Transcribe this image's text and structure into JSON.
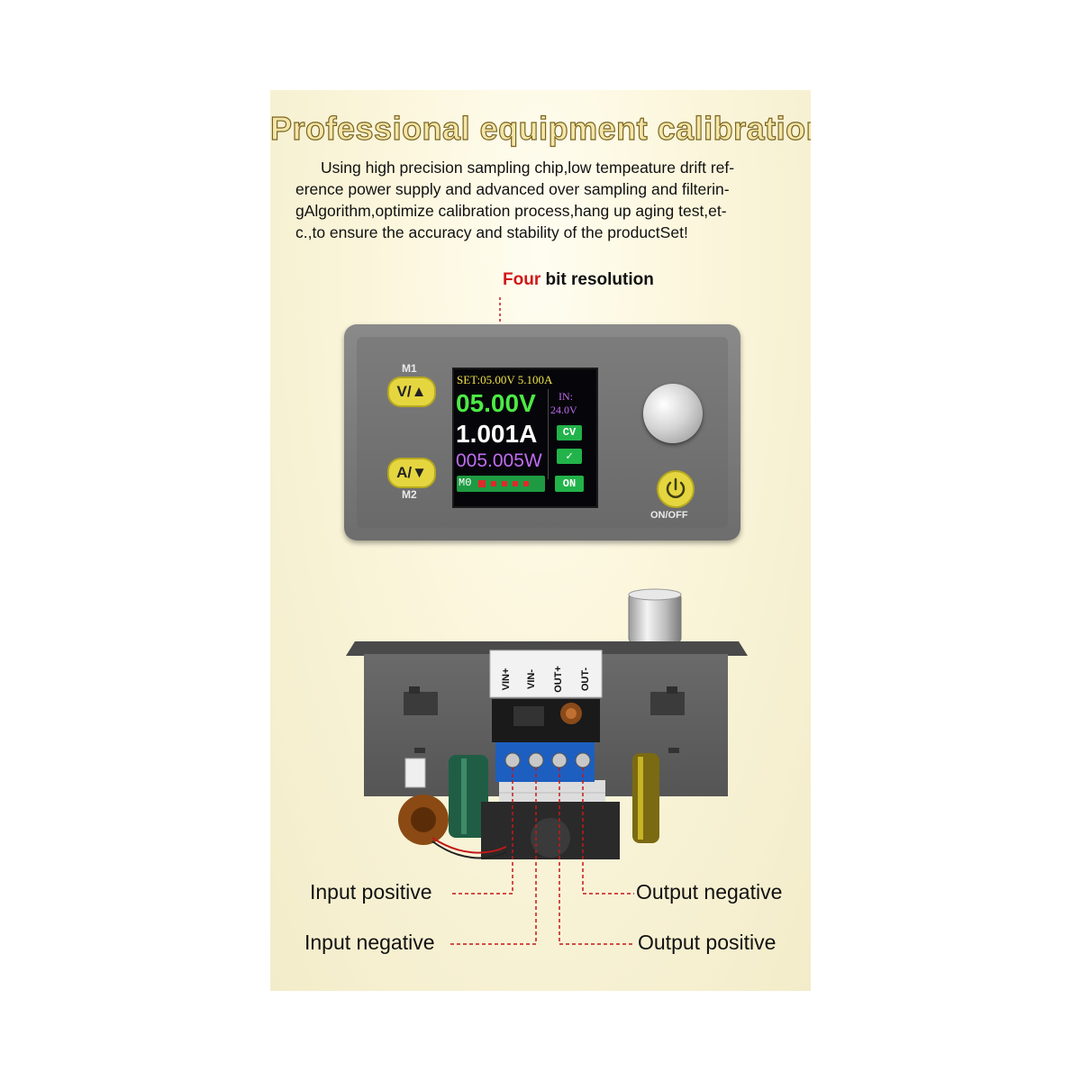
{
  "title": "Professional equipment calibration",
  "description_lines": [
    "Using high precision sampling chip,low tempeature drift ref-",
    "erence power supply and advanced over sampling and filterin-",
    "gAlgorithm,optimize calibration process,hang up aging test,et-",
    "c.,to ensure the accuracy and stability of the productSet!"
  ],
  "resolution_label": {
    "highlight": "Four",
    "rest": " bit resolution"
  },
  "module": {
    "m1_label": "M1",
    "m2_label": "M2",
    "button_v": "V/▲",
    "button_a": "A/▼",
    "onoff_label": "ON/OFF",
    "screen": {
      "set_line": "SET:05.00V 5.100A",
      "voltage": "05.00V",
      "current": "1.001A",
      "power": "005.005W",
      "in_label": "IN:",
      "in_value": "24.0V",
      "mode": "CV",
      "ok": "✓",
      "state": "ON",
      "memory": "M0"
    }
  },
  "terminals": [
    "VIN+",
    "VIN-",
    "OUT+",
    "OUT-"
  ],
  "callouts": {
    "input_positive": "Input positive",
    "input_negative": "Input negative",
    "output_negative": "Output negative",
    "output_positive": "Output positive"
  },
  "colors": {
    "callout_line": "#c41818",
    "screen_yellow": "#f0e14a",
    "screen_green": "#4dea45",
    "screen_white": "#ffffff",
    "screen_purple": "#c06cf0",
    "badge_green": "#22b34a",
    "button_yellow": "#e5d640"
  }
}
